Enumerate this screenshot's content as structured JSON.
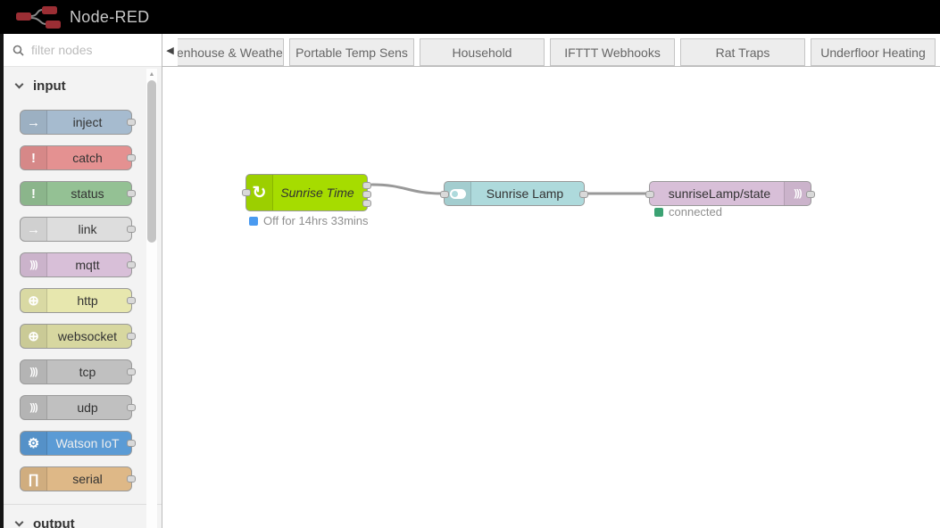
{
  "header": {
    "app_title": "Node-RED"
  },
  "palette": {
    "search_placeholder": "filter nodes",
    "input_section_label": "input",
    "output_section_label": "output",
    "nodes": [
      {
        "label": "inject",
        "color": "#a6bbcf",
        "icon": "inject-arrow-icon"
      },
      {
        "label": "catch",
        "color": "#e49191",
        "icon": "exclamation-icon"
      },
      {
        "label": "status",
        "color": "#94c194",
        "icon": "exclamation-icon"
      },
      {
        "label": "link",
        "color": "#dddddd",
        "icon": "link-arrow-icon"
      },
      {
        "label": "mqtt",
        "color": "#d8bfd8",
        "icon": "signal-icon"
      },
      {
        "label": "http",
        "color": "#e7e7ae",
        "icon": "globe-icon"
      },
      {
        "label": "websocket",
        "color": "#d7d7a0",
        "icon": "globe-icon"
      },
      {
        "label": "tcp",
        "color": "#c0c0c0",
        "icon": "signal-icon"
      },
      {
        "label": "udp",
        "color": "#c0c0c0",
        "icon": "signal-icon"
      },
      {
        "label": "Watson IoT",
        "color": "#5b9bd5",
        "icon": "chip-icon",
        "text_color": "#eeeeee"
      },
      {
        "label": "serial",
        "color": "#deb887",
        "icon": "square-wave-icon"
      }
    ]
  },
  "tabs": [
    {
      "label": "Greenhouse & Weather"
    },
    {
      "label": "Portable Temp Sens"
    },
    {
      "label": "Household"
    },
    {
      "label": "IFTTT Webhooks"
    },
    {
      "label": "Rat Traps"
    },
    {
      "label": "Underfloor Heating"
    }
  ],
  "flow": {
    "nodes": [
      {
        "label": "Sunrise Time",
        "color": "#a6dc00",
        "icon": "timer-icon",
        "status": {
          "color": "#4a9af0",
          "text": "Off for 14hrs 33mins"
        }
      },
      {
        "label": "Sunrise Lamp",
        "color": "#aedadc",
        "icon": "toggle-icon"
      },
      {
        "label": "sunriseLamp/state",
        "color": "#d8bfd8",
        "icon": "signal-icon",
        "status": {
          "color": "#3ba273",
          "text": "connected"
        }
      }
    ],
    "wires": [
      {
        "from": "Sunrise Time",
        "to": "Sunrise Lamp"
      },
      {
        "from": "Sunrise Lamp",
        "to": "sunriseLamp/state"
      }
    ]
  }
}
